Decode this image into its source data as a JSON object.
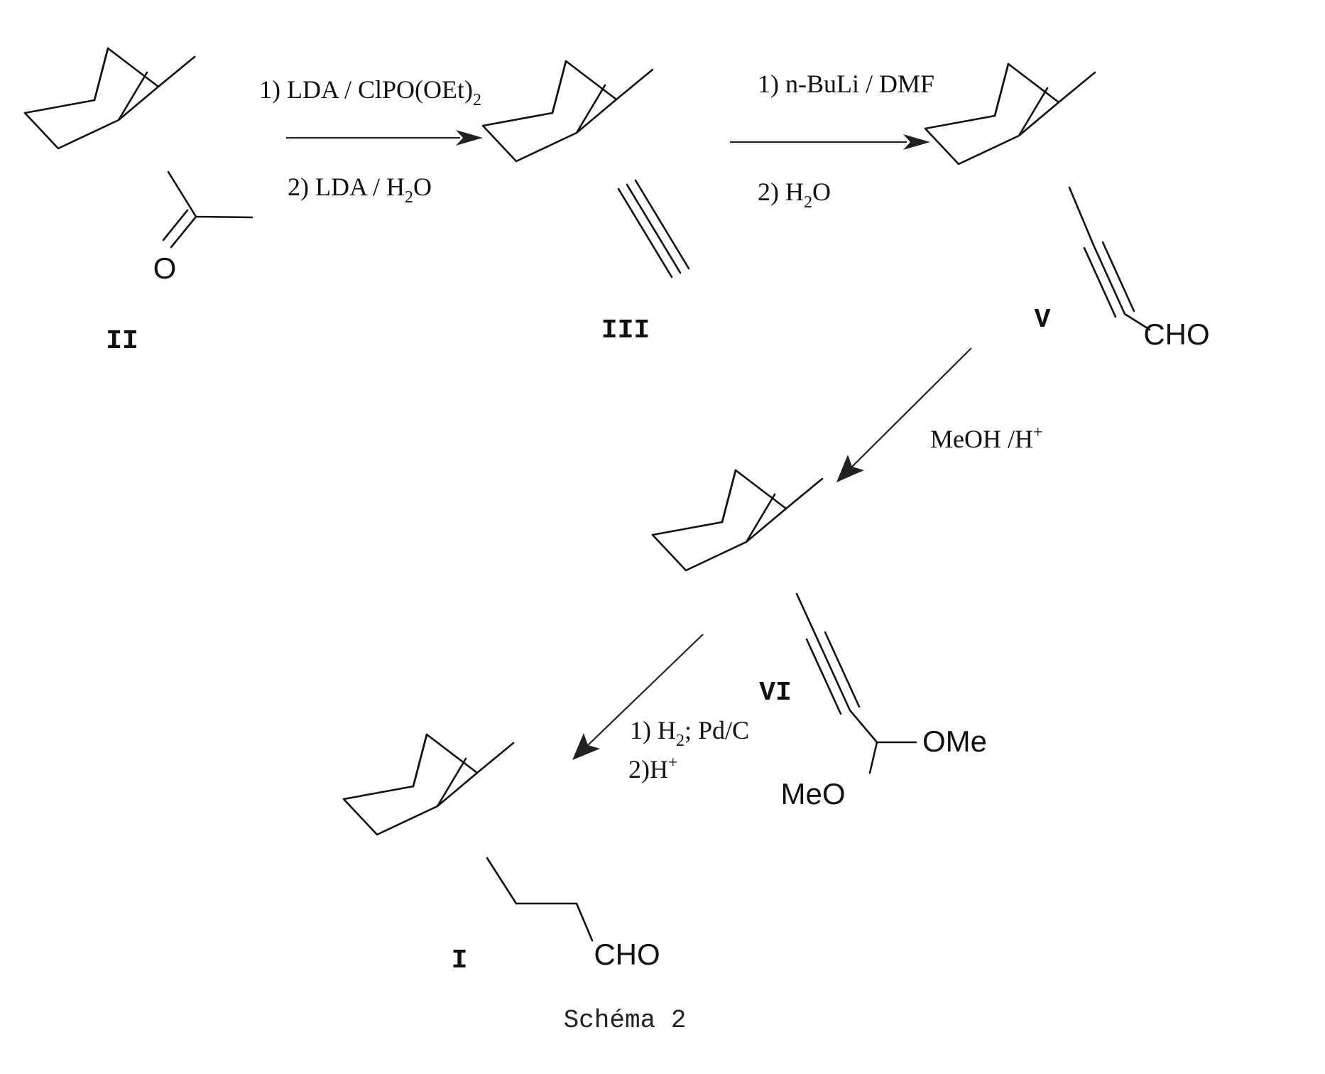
{
  "compounds": {
    "ii": {
      "label": "II",
      "o": "O"
    },
    "iii": {
      "label": "III"
    },
    "v": {
      "label": "V",
      "cho": "CHO"
    },
    "vi": {
      "label": "VI",
      "ome": "OMe",
      "meo": "MeO"
    },
    "i": {
      "label": "I",
      "cho": "CHO"
    }
  },
  "step1": {
    "line1": {
      "text": "1) LDA / ClPO(OEt)",
      "sub": "2"
    },
    "line2": {
      "a": "2) LDA / H",
      "sub": "2",
      "b": "O"
    }
  },
  "step2": {
    "line1": {
      "text": "1) n-BuLi / DMF"
    },
    "line2": {
      "a": "2) H",
      "sub": "2",
      "b": "O"
    }
  },
  "step3": {
    "line1": {
      "text": "MeOH /H",
      "sup": "+"
    }
  },
  "step4": {
    "line1": {
      "a": "1) H",
      "sub": "2",
      "b": "; Pd/C"
    },
    "line2": {
      "text": "2)H",
      "sup": "+"
    }
  },
  "caption": "Schéma 2"
}
